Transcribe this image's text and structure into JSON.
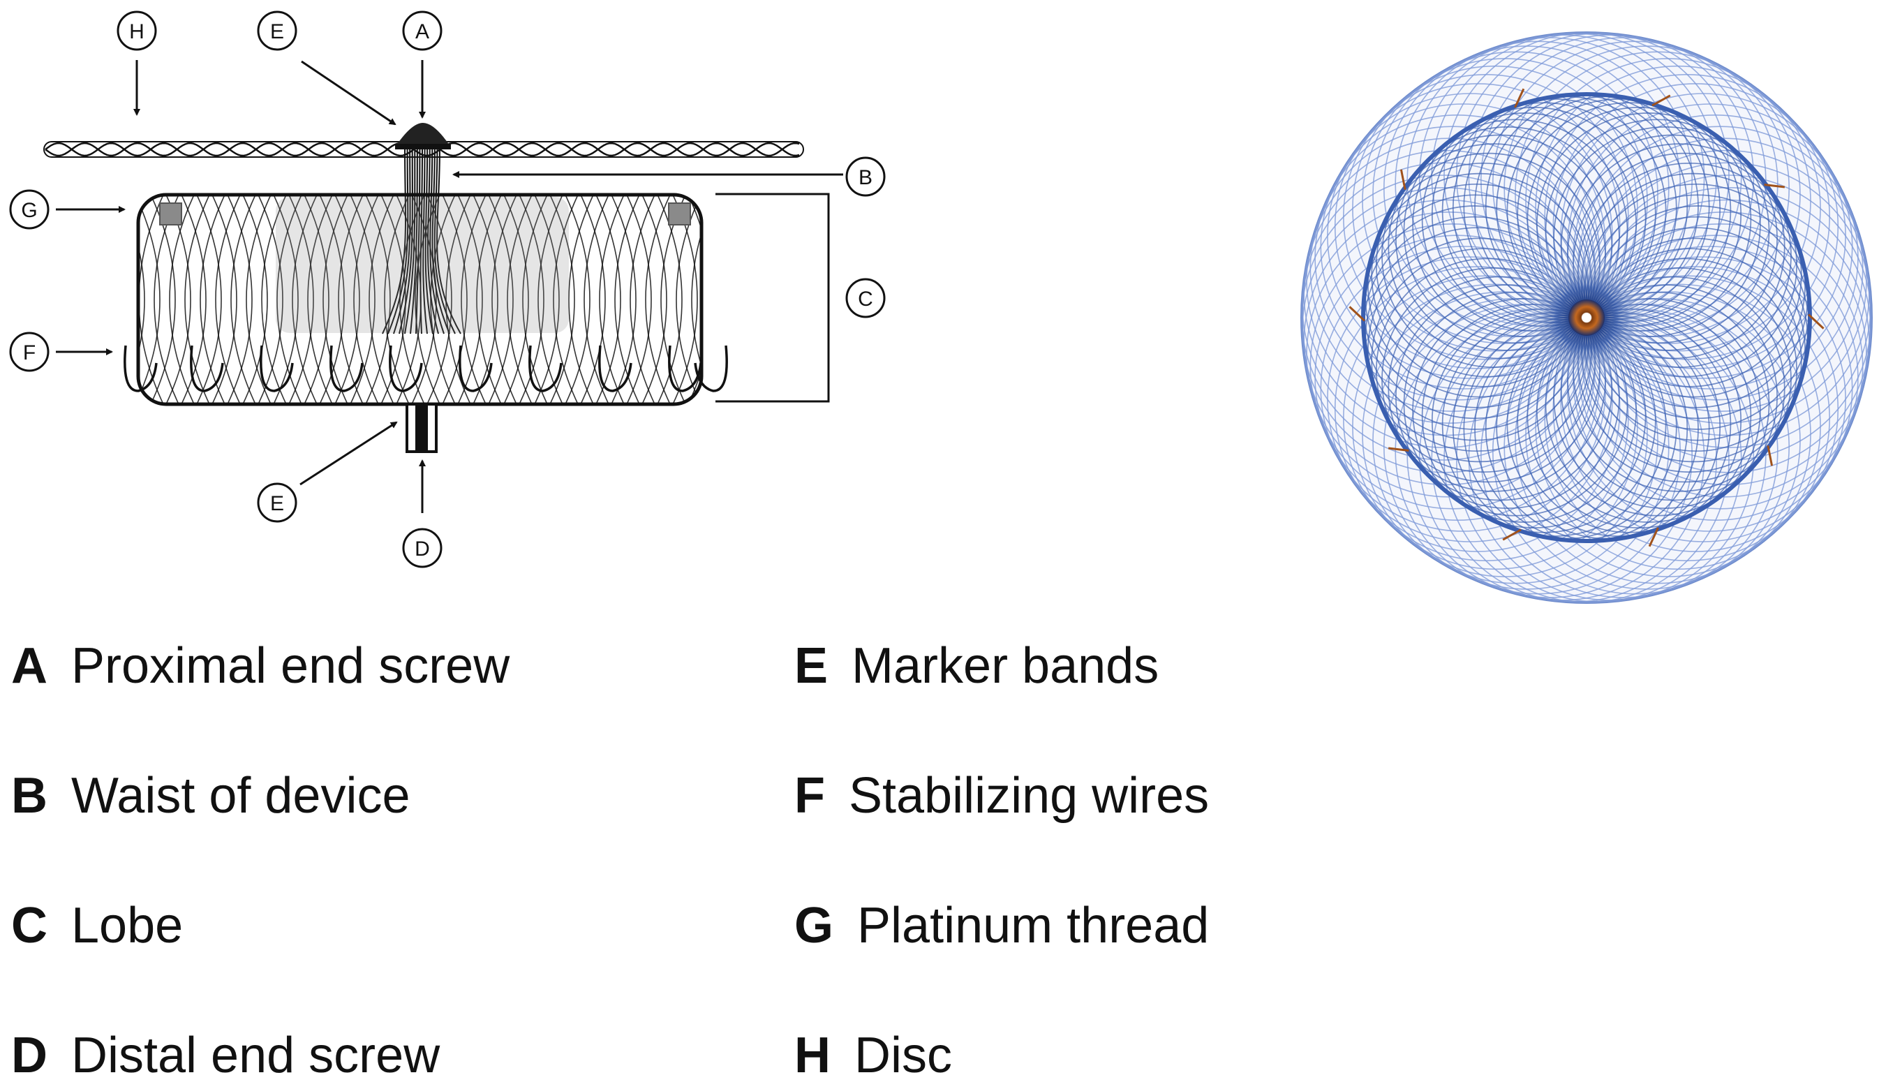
{
  "callouts": {
    "H": "H",
    "E_top": "E",
    "A": "A",
    "B": "B",
    "G": "G",
    "C": "C",
    "F": "F",
    "E_bottom": "E",
    "D": "D"
  },
  "legend": [
    {
      "letter": "A",
      "label": "Proximal end screw"
    },
    {
      "letter": "B",
      "label": "Waist of device"
    },
    {
      "letter": "C",
      "label": "Lobe"
    },
    {
      "letter": "D",
      "label": "Distal end screw"
    },
    {
      "letter": "E",
      "label": "Marker bands"
    },
    {
      "letter": "F",
      "label": "Stabilizing wires"
    },
    {
      "letter": "G",
      "label": "Platinum thread"
    },
    {
      "letter": "H",
      "label": "Disc"
    }
  ],
  "colors": {
    "line": "#111111",
    "mesh_blue": "#3a5fb0",
    "mesh_light_blue": "#7f9bd8",
    "hub": "#a0521b"
  }
}
